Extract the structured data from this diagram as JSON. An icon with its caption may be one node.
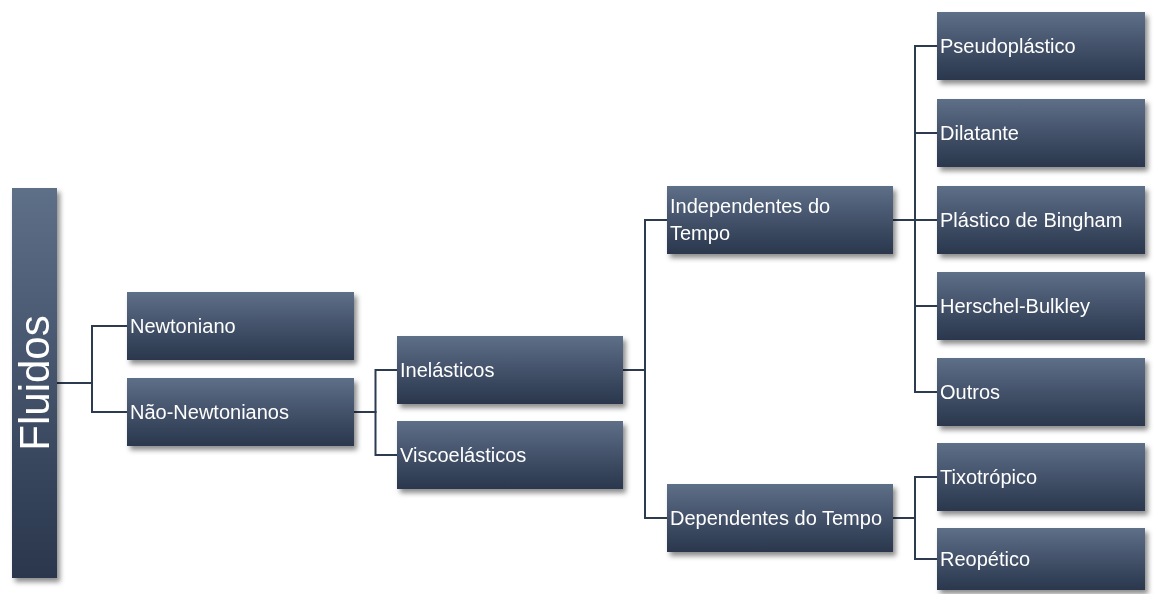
{
  "diagram": {
    "nodes": [
      {
        "text": [
          "Fluidos"
        ]
      },
      {
        "text": [
          "Newtoniano"
        ]
      },
      {
        "text": [
          "Não-Newtonianos"
        ]
      },
      {
        "text": [
          "Inelásticos"
        ]
      },
      {
        "text": [
          "Viscoelásticos"
        ]
      },
      {
        "text": [
          "Independentes do Tempo"
        ]
      },
      {
        "text": [
          "Dependentes do Tempo"
        ]
      },
      {
        "text": [
          "Pseudoplástico"
        ]
      },
      {
        "text": [
          "Dilatante"
        ]
      },
      {
        "text": [
          "Plástico de Bingham"
        ]
      },
      {
        "text": [
          "Herschel-Bulkley"
        ]
      },
      {
        "text": [
          "Outros"
        ]
      },
      {
        "text": [
          "Tixotrópico"
        ]
      },
      {
        "text": [
          "Reopético"
        ]
      }
    ],
    "edges": [
      {
        "from": 0,
        "to": 1,
        "arrow": "none"
      },
      {
        "from": 0,
        "to": 2,
        "arrow": "none"
      },
      {
        "from": 2,
        "to": 3,
        "arrow": "none"
      },
      {
        "from": 2,
        "to": 4,
        "arrow": "none"
      },
      {
        "from": 3,
        "to": 5,
        "arrow": "none"
      },
      {
        "from": 3,
        "to": 6,
        "arrow": "none"
      },
      {
        "from": 5,
        "to": 7,
        "arrow": "none"
      },
      {
        "from": 5,
        "to": 8,
        "arrow": "none"
      },
      {
        "from": 5,
        "to": 9,
        "arrow": "none"
      },
      {
        "from": 5,
        "to": 10,
        "arrow": "none"
      },
      {
        "from": 5,
        "to": 11,
        "arrow": "none"
      },
      {
        "from": 6,
        "to": 12,
        "arrow": "none"
      },
      {
        "from": 6,
        "to": 13,
        "arrow": "none"
      }
    ]
  }
}
